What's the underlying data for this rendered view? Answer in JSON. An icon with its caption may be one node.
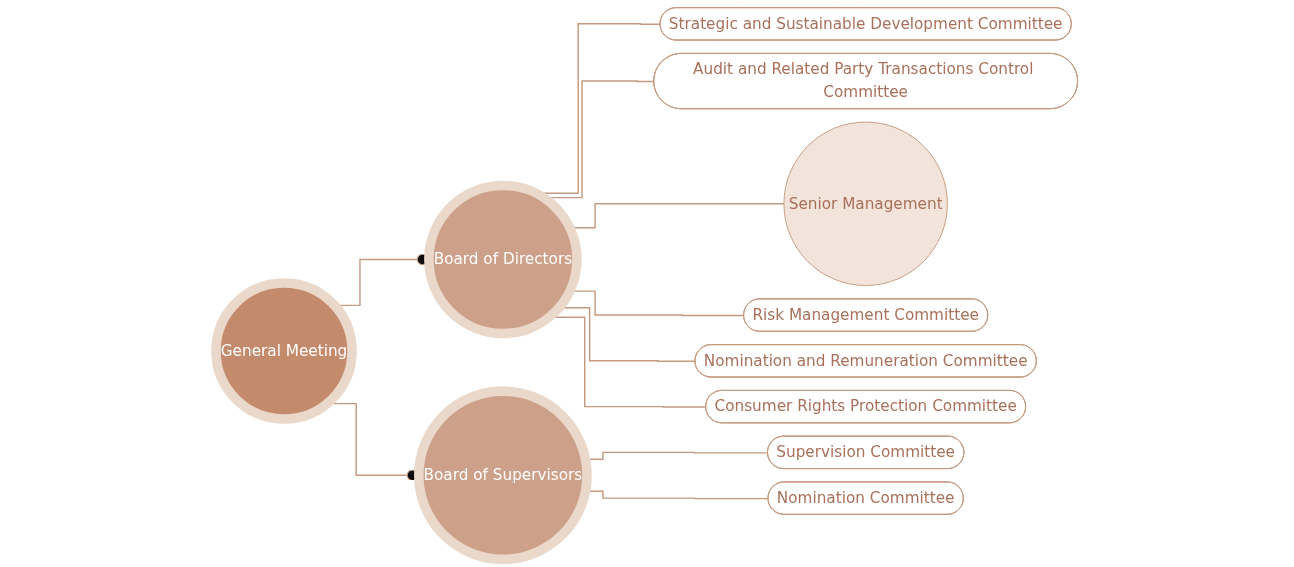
{
  "diagram": {
    "nodes": [
      {
        "text": [
          "General Meeting"
        ]
      },
      {
        "text": [
          "Board of Directors"
        ]
      },
      {
        "text": [
          "Strategic and Sustainable Development Committee"
        ]
      },
      {
        "text": [
          "Audit and Related Party Transactions Control Committee"
        ]
      },
      {
        "text": [
          "Senior Management"
        ]
      },
      {
        "text": [
          "Risk Management Committee"
        ]
      },
      {
        "text": [
          "Nomination and Remuneration Committee"
        ]
      },
      {
        "text": [
          "Consumer Rights Protection Committee"
        ]
      },
      {
        "text": [
          "Board of Supervisors"
        ]
      },
      {
        "text": [
          "Supervision Committee"
        ]
      },
      {
        "text": [
          "Nomination Committee"
        ]
      }
    ],
    "edges": [
      {
        "from": 0,
        "to": 1,
        "arrow": "other"
      },
      {
        "from": 0,
        "to": 8,
        "arrow": "other"
      },
      {
        "from": 1,
        "to": 2,
        "arrow": "none"
      },
      {
        "from": 1,
        "to": 3,
        "arrow": "none"
      },
      {
        "from": 1,
        "to": 4,
        "arrow": "none"
      },
      {
        "from": 1,
        "to": 5,
        "arrow": "none"
      },
      {
        "from": 1,
        "to": 6,
        "arrow": "none"
      },
      {
        "from": 1,
        "to": 7,
        "arrow": "none"
      },
      {
        "from": 8,
        "to": 9,
        "arrow": "none"
      },
      {
        "from": 8,
        "to": 10,
        "arrow": "none"
      }
    ]
  }
}
